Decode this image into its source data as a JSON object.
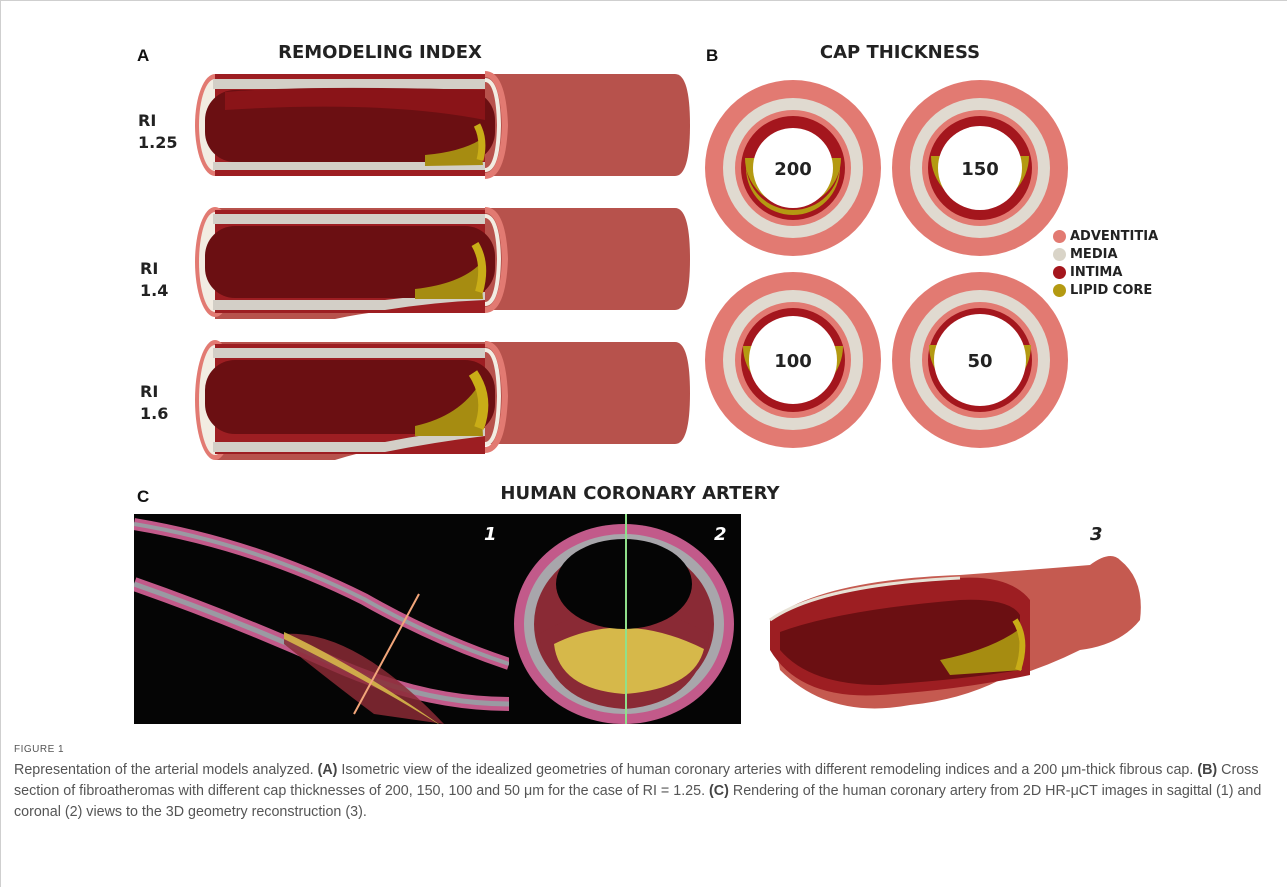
{
  "panels": {
    "a": {
      "letter": "A",
      "title": "REMODELING INDEX",
      "rows": [
        {
          "ri": "RI",
          "value": "1.25"
        },
        {
          "ri": "RI",
          "value": "1.4"
        },
        {
          "ri": "RI",
          "value": "1.6"
        }
      ]
    },
    "b": {
      "letter": "B",
      "title": "CAP THICKNESS",
      "rings": [
        "200",
        "150",
        "100",
        "50"
      ],
      "legend": [
        {
          "label": "ADVENTITIA",
          "color": "#e27a72"
        },
        {
          "label": "MEDIA",
          "color": "#d9d4c8"
        },
        {
          "label": "INTIMA",
          "color": "#a4161d"
        },
        {
          "label": "LIPID CORE",
          "color": "#b49a12"
        }
      ]
    },
    "c": {
      "letter": "C",
      "title": "HUMAN CORONARY ARTERY",
      "images": [
        "1",
        "2",
        "3"
      ]
    }
  },
  "caption": {
    "label": "FIGURE 1",
    "text": {
      "intro": "Representation of the arterial models analyzed. ",
      "a_tag": "(A)",
      "a_text": " Isometric view of the idealized geometries of human coronary arteries with different remodeling indices and a 200 μm-thick fibrous cap. ",
      "b_tag": "(B)",
      "b_text": " Cross section of fibroatheromas with different cap thicknesses of 200, 150, 100 and 50 μm for the case of RI = 1.25. ",
      "c_tag": "(C)",
      "c_text": " Rendering of the human coronary artery from 2D HR-μCT images in sagittal (1) and coronal (2) views to the 3D geometry reconstruction (3)."
    }
  },
  "colors": {
    "adventitia": "#e27a72",
    "media": "#d9d4c8",
    "intima": "#a4161d",
    "lipid": "#b49a12"
  }
}
